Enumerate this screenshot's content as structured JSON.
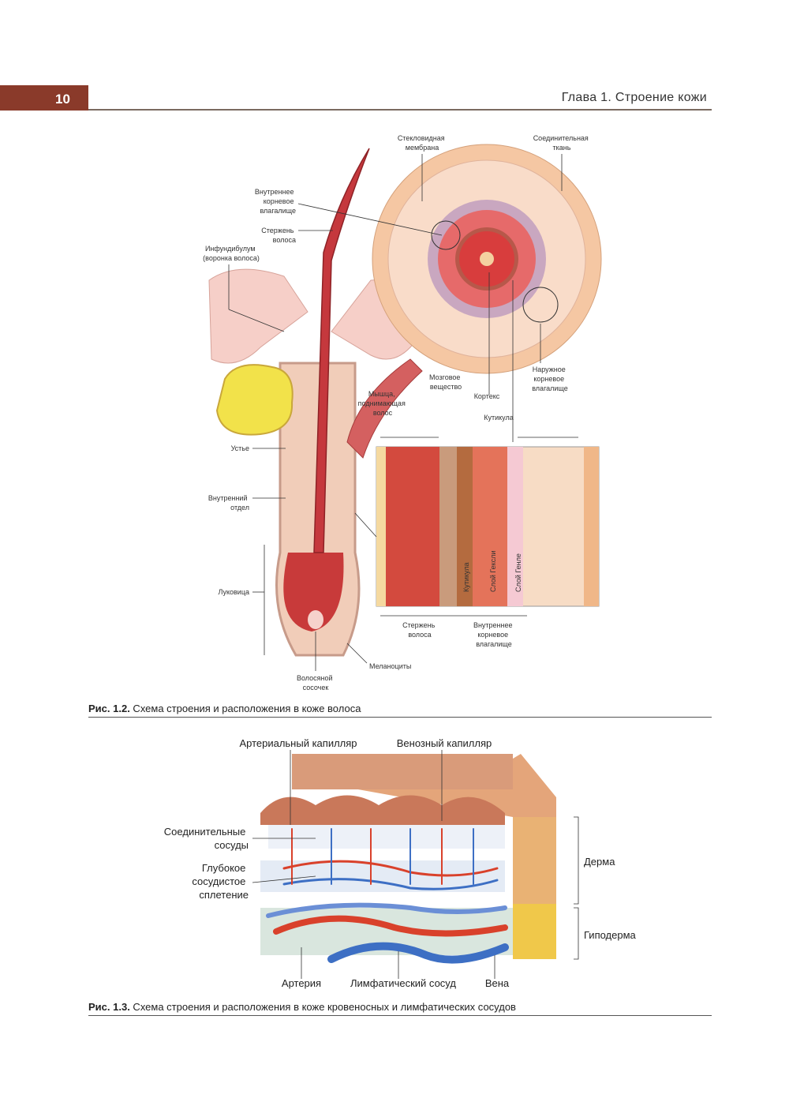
{
  "header": {
    "page_number": "10",
    "chapter": "Глава 1. Строение кожи"
  },
  "figure1": {
    "caption_prefix": "Рис. 1.2.",
    "caption_text": " Схема строения и расположения в коже волоса",
    "labels": {
      "vitreous_membrane": [
        "Стекловидная",
        "мембрана"
      ],
      "connective_tissue": [
        "Соединительная",
        "ткань"
      ],
      "inner_root_sheath_top": [
        "Внутреннее",
        "корневое",
        "влагалище"
      ],
      "hair_shaft_top": [
        "Стержень",
        "волоса"
      ],
      "infundibulum": [
        "Инфундибулум",
        "(воронка волоса)"
      ],
      "outer_root_sheath": [
        "Наружное",
        "корневое",
        "влагалище"
      ],
      "medulla": [
        "Мозговое",
        "вещество"
      ],
      "cortex": "Кортекс",
      "cuticle": "Кутикула",
      "arrector_muscle": [
        "Мышца,",
        "поднимающая",
        "волос"
      ],
      "ostium": "Устье",
      "inner_part": [
        "Внутренний",
        "отдел"
      ],
      "bulb": "Луковица",
      "melanocytes": "Меланоциты",
      "papilla": [
        "Волосяной",
        "сосочек"
      ],
      "shaft_bottom": [
        "Стержень",
        "волоса"
      ],
      "inner_sheath_bottom": [
        "Внутреннее",
        "корневое",
        "влагалище"
      ],
      "vertical_cuticle": "Кутикула",
      "vertical_huxley": "Слой Гексли",
      "vertical_henle": "Слой Генле"
    }
  },
  "figure2": {
    "caption_prefix": "Рис. 1.3.",
    "caption_text": " Схема строения и расположения в коже кровеносных и лимфатических сосудов",
    "labels": {
      "arterial_capillary": "Артериальный капилляр",
      "venous_capillary": "Венозный капилляр",
      "connective_vessels": [
        "Соединительные",
        "сосуды"
      ],
      "deep_plexus": [
        "Глубокое",
        "сосудистое",
        "сплетение"
      ],
      "dermis": "Дерма",
      "hypodermis": "Гиподерма",
      "artery": "Артерия",
      "lymph_vessel": "Лимфатический сосуд",
      "vein": "Вена"
    }
  },
  "colors": {
    "accent": "#8a3a2a",
    "artery": "#d9412b",
    "vein": "#3d6fc4",
    "fat": "#f2d14a",
    "skin": "#e8a98c"
  }
}
